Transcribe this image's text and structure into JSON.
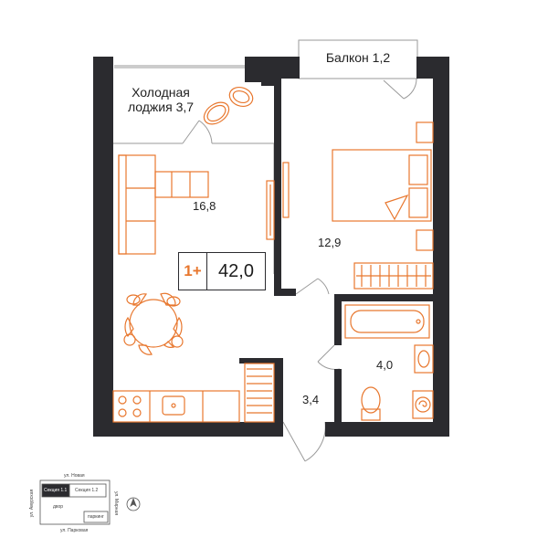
{
  "rooms": {
    "cold_loggia": {
      "line1": "Холодная",
      "line2": "лоджия 3,7"
    },
    "balcony": {
      "label": "Балкон 1,2"
    },
    "living": {
      "area": "16,8"
    },
    "bedroom": {
      "area": "12,9"
    },
    "bathroom": {
      "area": "4,0"
    },
    "hall": {
      "area": "3,4"
    }
  },
  "summary": {
    "rooms": "1+",
    "total_area": "42,0"
  },
  "site_plan": {
    "street_top": "ул. Новая",
    "street_bottom": "ул. Парковая",
    "street_left": "ул. Амурская",
    "street_right": "ул. Мирная",
    "section_active": "Секция 1.1",
    "section_other": "Секция 1.2",
    "yard": "двор",
    "parking": "паркинг"
  },
  "colors": {
    "wall": "#2b2b2f",
    "furniture": "#e8772e",
    "line": "#9a9a9a"
  }
}
